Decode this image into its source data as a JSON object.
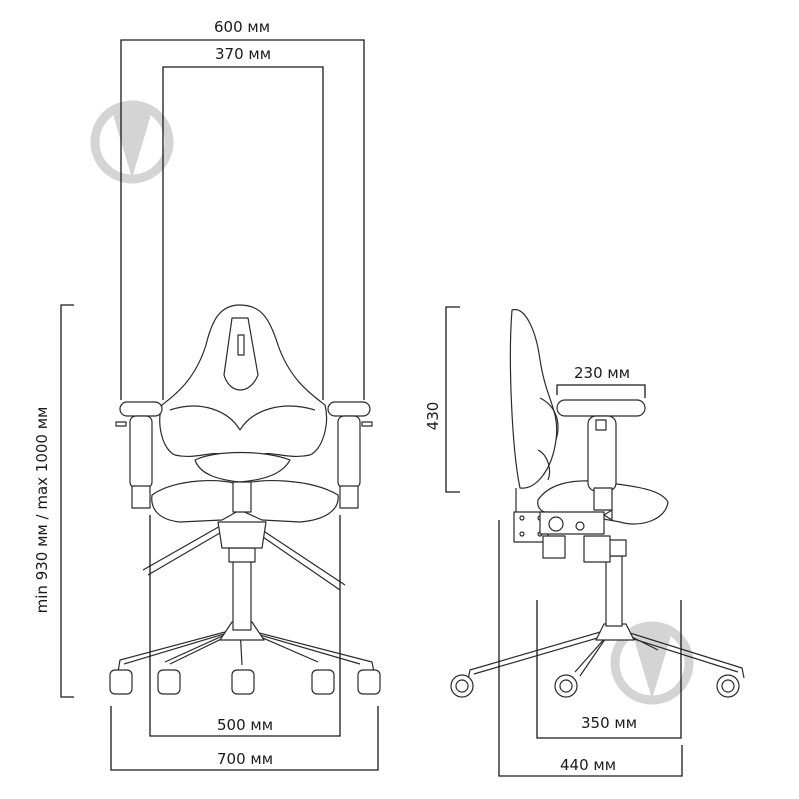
{
  "diagram": {
    "front_view": {
      "width_top_outer": "600 мм",
      "width_top_inner": "370 мм",
      "height_range": "min 930 мм / max 1000 мм",
      "base_inner": "500 мм",
      "base_outer": "700 мм"
    },
    "side_view": {
      "backrest_height": "430",
      "seat_depth": "230 мм",
      "base_inner": "350 мм",
      "base_outer": "440 мм"
    },
    "watermark_icon": "brand-logo-watermark",
    "colors": {
      "line": "#2b2b2b",
      "watermark": "#d4d4d4"
    }
  }
}
